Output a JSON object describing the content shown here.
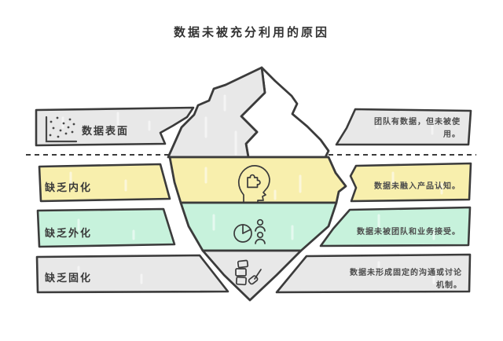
{
  "title": "数据未被充分利用的原因",
  "rows": [
    {
      "id": "surface",
      "label": "数据表面",
      "description": "团队有数据，但未被使用。",
      "color": "#e8e8e8",
      "icon": "scatter-plot-icon",
      "position": "above-waterline"
    },
    {
      "id": "internalization",
      "label": "缺乏内化",
      "description": "数据未融入产品认知。",
      "color": "#f8efad",
      "icon": "head-puzzle-icon",
      "position": "below-waterline"
    },
    {
      "id": "externalization",
      "label": "缺乏外化",
      "description": "数据未被团队和业务接受。",
      "color": "#c7f2dc",
      "icon": "pie-chart-people-icon",
      "position": "below-waterline"
    },
    {
      "id": "solidification",
      "label": "缺乏固化",
      "description": "数据未形成固定的沟通或讨论机制。",
      "color": "#e8e8e8",
      "icon": "blocks-mallet-icon",
      "position": "below-waterline"
    }
  ],
  "colors": {
    "outline": "#3b3b3b",
    "gray": "#e8e8e8",
    "yellow": "#f8efad",
    "green": "#c7f2dc",
    "background": "#ffffff"
  }
}
